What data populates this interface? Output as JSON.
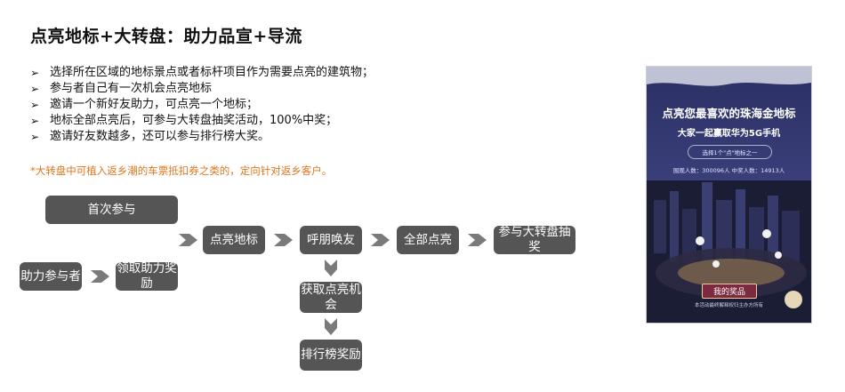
{
  "title": "点亮地标+大转盘：助力品宣+导流",
  "bullet_marker": "➢",
  "bullets": [
    "选择所在区域的地标景点或者标杆项目作为需要点亮的建筑物；",
    "参与者自己有一次机会点亮地标",
    "邀请一个新好友助力，可点亮一个地标；",
    "地标全部点亮后，可参与大转盘抽奖活动，100%中奖；",
    "邀请好友数越多，还可以参与排行榜大奖。"
  ],
  "note": "*大转盘中可植入返乡潮的车票抵扣券之类的，定向针对返乡客户。",
  "flow": {
    "first_participation": "首次参与",
    "light_landmark": "点亮地标",
    "call_friends": "呼朋唤友",
    "all_lit": "全部点亮",
    "wheel_draw": "参与大转盘抽奖",
    "helper": "助力参与者",
    "claim_reward": "领取助力奖励",
    "get_chance": "获取点亮机会",
    "leaderboard": "排行榜奖励"
  },
  "poster": {
    "headline": "点亮您最喜欢的珠海金地标",
    "subline": "大家一起赢取华为5G手机",
    "small_tag": "选择1个\"点\"地标之一",
    "counts": "围观人数：300096人  中奖人数：14913人",
    "button": "我的奖品",
    "footer": "本活动最终解释权归主办方所有"
  },
  "colors": {
    "box": "#555555",
    "note": "#e0761d",
    "arrow": "#7a7a7a"
  }
}
